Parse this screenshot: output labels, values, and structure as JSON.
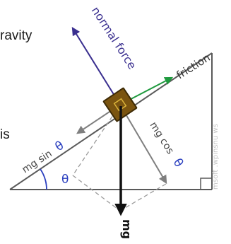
{
  "labels": {
    "partial_left_top": "ravity",
    "partial_left_mid": "is",
    "normal_force": "normal force",
    "friction": "friction",
    "mg_sin": "mg sin",
    "mg_cos": "mg cos",
    "theta": "θ",
    "mg": "mg",
    "watermark": "msoft .wpinsnu ws"
  },
  "colors": {
    "normal_force": "#3a2f8f",
    "friction": "#1f9a3e",
    "component": "#7f7f7f",
    "theta": "#2a3fbf",
    "block_fill": "#7a5410",
    "block_border": "#3d2a05",
    "triangle": "#5a5a5a",
    "gravity": "#111111"
  }
}
